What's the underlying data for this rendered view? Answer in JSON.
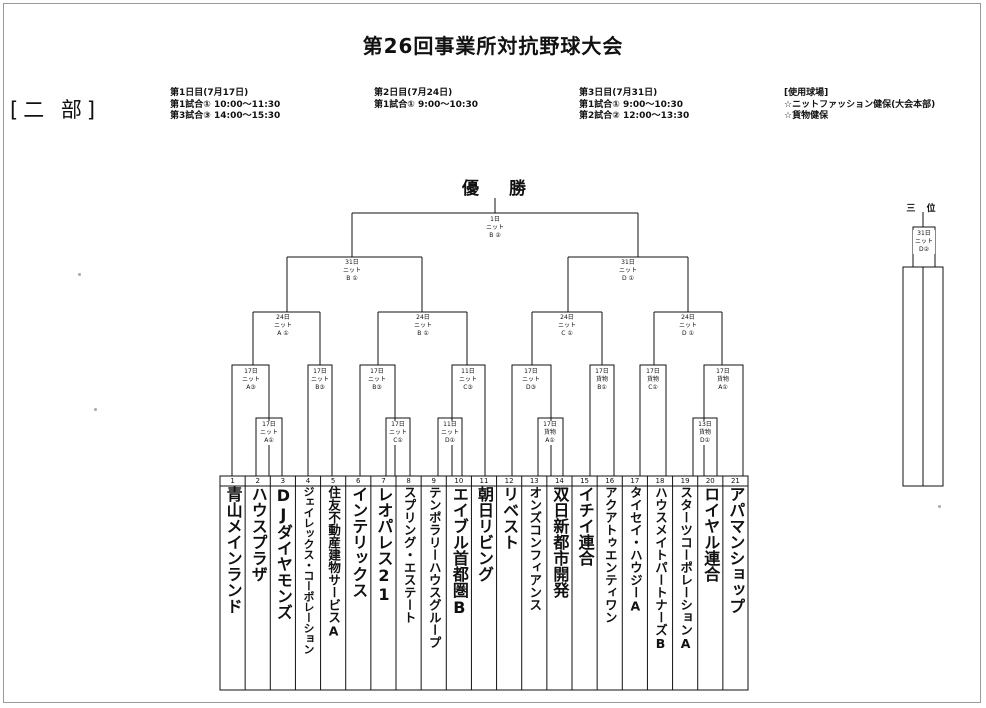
{
  "title": "第26回事業所対抗野球大会",
  "division": "[二 部]",
  "schedule": [
    {
      "day": "第1日目(7月17日)",
      "lines": [
        "第1試合① 10:00～11:30",
        "第3試合③ 14:00～15:30"
      ]
    },
    {
      "day": "第2日目(7月24日)",
      "lines": [
        "第1試合① 9:00～10:30"
      ]
    },
    {
      "day": "第3日目(7月31日)",
      "lines": [
        "第1試合① 9:00～10:30",
        "第2試合② 12:00～13:30"
      ]
    }
  ],
  "venues": {
    "heading": "[使用球場]",
    "items": [
      "☆ニットファッション健保(大会本部)",
      "☆貨物健保"
    ]
  },
  "final_label": "優 勝",
  "third_place_label": "三 位",
  "matches": [
    {
      "id": "final",
      "lines": [
        "1日",
        "ニット",
        "B ②"
      ]
    },
    {
      "id": "semi_left",
      "lines": [
        "31日",
        "ニット",
        "B ①"
      ]
    },
    {
      "id": "semi_right",
      "lines": [
        "31日",
        "ニット",
        "D ①"
      ]
    },
    {
      "id": "qf1",
      "lines": [
        "24日",
        "ニット",
        "A ①"
      ]
    },
    {
      "id": "qf2",
      "lines": [
        "24日",
        "ニット",
        "B ①"
      ]
    },
    {
      "id": "qf3",
      "lines": [
        "24日",
        "ニット",
        "C ①"
      ]
    },
    {
      "id": "qf4",
      "lines": [
        "24日",
        "ニット",
        "D ①"
      ]
    },
    {
      "id": "r2_1",
      "lines": [
        "17日",
        "ニット",
        "A③"
      ]
    },
    {
      "id": "r2_2",
      "lines": [
        "17日",
        "ニット",
        "B③"
      ]
    },
    {
      "id": "r2_3",
      "lines": [
        "17日",
        "ニット",
        "B③"
      ]
    },
    {
      "id": "r2_4",
      "lines": [
        "11日",
        "ニット",
        "C③"
      ]
    },
    {
      "id": "r2_5",
      "lines": [
        "17日",
        "ニット",
        "D③"
      ]
    },
    {
      "id": "r2_6",
      "lines": [
        "17日",
        "貨物",
        "B①"
      ]
    },
    {
      "id": "r2_7",
      "lines": [
        "17日",
        "貨物",
        "C①"
      ]
    },
    {
      "id": "r2_8",
      "lines": [
        "17日",
        "貨物",
        "A①"
      ]
    },
    {
      "id": "r1_1",
      "lines": [
        "17日",
        "ニット",
        "A①"
      ]
    },
    {
      "id": "r1_2",
      "lines": [
        "17日",
        "ニット",
        "C①"
      ]
    },
    {
      "id": "r1_3",
      "lines": [
        "11日",
        "ニット",
        "D①"
      ]
    },
    {
      "id": "r1_4",
      "lines": [
        "17日",
        "貨物",
        "A①"
      ]
    },
    {
      "id": "r1_5",
      "lines": [
        "13日",
        "貨物",
        "D①"
      ]
    },
    {
      "id": "third",
      "lines": [
        "31日",
        "ニット",
        "D②"
      ]
    }
  ],
  "teams": [
    {
      "num": "1",
      "name": "青山メインランド"
    },
    {
      "num": "2",
      "name": "ハウスプラザ"
    },
    {
      "num": "3",
      "name": "DJダイヤモンズ"
    },
    {
      "num": "4",
      "name": "ジェイレックス・コーポレーション"
    },
    {
      "num": "5",
      "name": "住友不動産建物サービスA"
    },
    {
      "num": "6",
      "name": "インテリックス"
    },
    {
      "num": "7",
      "name": "レオパレス21"
    },
    {
      "num": "8",
      "name": "スプリング・エステート"
    },
    {
      "num": "9",
      "name": "テンポラリーハウスグループ"
    },
    {
      "num": "10",
      "name": "エイブル首都圏B"
    },
    {
      "num": "11",
      "name": "朝日リビング"
    },
    {
      "num": "12",
      "name": "リベスト"
    },
    {
      "num": "13",
      "name": "オンズコンフィアンス"
    },
    {
      "num": "14",
      "name": "双日新都市開発"
    },
    {
      "num": "15",
      "name": "イチイ連合"
    },
    {
      "num": "16",
      "name": "アクアトゥエンティワン"
    },
    {
      "num": "17",
      "name": "タイセイ・ハウジーA"
    },
    {
      "num": "18",
      "name": "ハウスメイトパートナーズB"
    },
    {
      "num": "19",
      "name": "スターツコーポレーションA"
    },
    {
      "num": "20",
      "name": "ロイヤル連合"
    },
    {
      "num": "21",
      "name": "アパマンショップ"
    }
  ]
}
